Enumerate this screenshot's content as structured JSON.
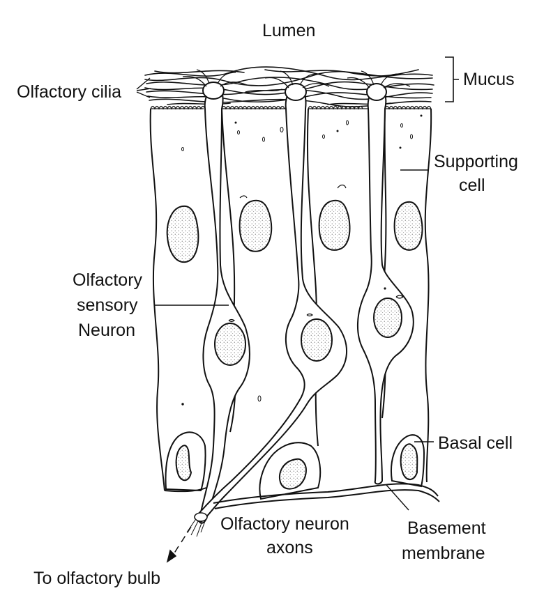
{
  "labels": {
    "lumen": "Lumen",
    "mucus": "Mucus",
    "olfactory_cilia": "Olfactory cilia",
    "supporting_cell_line1": "Supporting",
    "supporting_cell_line2": "cell",
    "sensory_neuron_line1": "Olfactory",
    "sensory_neuron_line2": "sensory",
    "sensory_neuron_line3": "Neuron",
    "basal_cell": "Basal cell",
    "axons_line1": "Olfactory neuron",
    "axons_line2": "axons",
    "basement_line1": "Basement",
    "basement_line2": "membrane",
    "to_bulb": "To olfactory bulb"
  },
  "colors": {
    "ink": "#111111",
    "background": "#ffffff"
  }
}
